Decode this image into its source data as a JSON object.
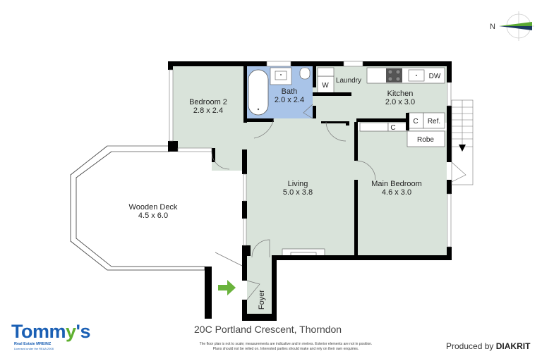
{
  "title": "Floor plan",
  "address": "20C Portland Crescent, Thorndon",
  "disclaimer": {
    "line1": "The floor plan is not to scale; measurements are indicative and in metres. Exterior elements are not in position.",
    "line2": "Plans should not be relied on. Interested parties should make and rely on their own enquiries."
  },
  "producer": {
    "prefix": "Produced by",
    "brand": "DIAKRIT"
  },
  "agency_logo": {
    "name_prefix": "Tomm",
    "name_y": "y",
    "name_suffix": "'s",
    "line1": "Real Estate MREINZ",
    "line2": "Licensed under the REAA 2008",
    "colors": {
      "blue": "#1a5fb4",
      "green": "#5fb030"
    }
  },
  "compass": {
    "label": "N",
    "colors": {
      "green": "#5aa832",
      "navy": "#1c3a5e"
    }
  },
  "rooms": [
    {
      "name": "Bedroom 2",
      "size": "2.8 x 2.4"
    },
    {
      "name": "Bath",
      "size": "2.0 x 2.4"
    },
    {
      "name": "Kitchen",
      "size": "2.0 x 3.0"
    },
    {
      "name": "Living",
      "size": "5.0 x 3.8"
    },
    {
      "name": "Main Bedroom",
      "size": "4.6 x 3.0"
    },
    {
      "name": "Wooden Deck",
      "size": "4.5 x 6.0"
    },
    {
      "name": "Foyer",
      "size": ""
    }
  ],
  "fixtures": {
    "laundry": "Laundry",
    "washer": "W",
    "dishwasher": "DW",
    "cupboard_kitchen": "C",
    "fridge": "Ref.",
    "cupboard_bedroom": "C",
    "robe": "Robe"
  },
  "colors": {
    "floor": "#d9e3da",
    "bath_floor": "#a9c4e8",
    "wall": "#000000",
    "entry_arrow": "#6ab33c"
  }
}
